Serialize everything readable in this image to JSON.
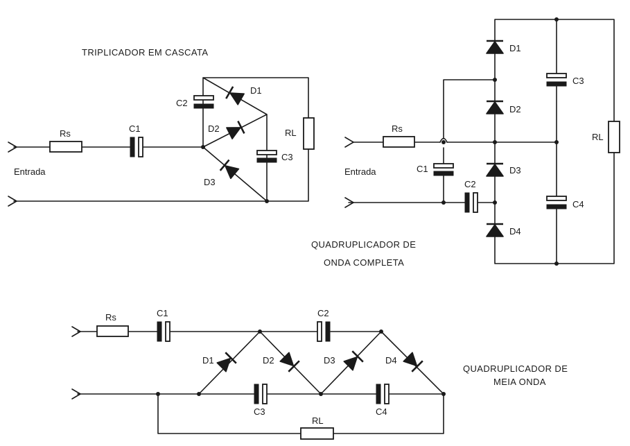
{
  "tripler": {
    "title": "TRIPLICADOR EM CASCATA",
    "input_label": "Entrada",
    "rs": "Rs",
    "c1": "C1",
    "c2": "C2",
    "c3": "C3",
    "d1": "D1",
    "d2": "D2",
    "d3": "D3",
    "rl": "RL"
  },
  "full_wave": {
    "title_line1": "QUADRUPLICADOR DE",
    "title_line2": "ONDA COMPLETA",
    "input_label": "Entrada",
    "rs": "Rs",
    "c1": "C1",
    "c2": "C2",
    "c3": "C3",
    "c4": "C4",
    "d1": "D1",
    "d2": "D2",
    "d3": "D3",
    "d4": "D4",
    "rl": "RL"
  },
  "half_wave": {
    "title_line1": "QUADRUPLICADOR DE",
    "title_line2": "MEIA ONDA",
    "rs": "Rs",
    "c1": "C1",
    "c2": "C2",
    "c3": "C3",
    "c4": "C4",
    "d1": "D1",
    "d2": "D2",
    "d3": "D3",
    "d4": "D4",
    "rl": "RL"
  }
}
